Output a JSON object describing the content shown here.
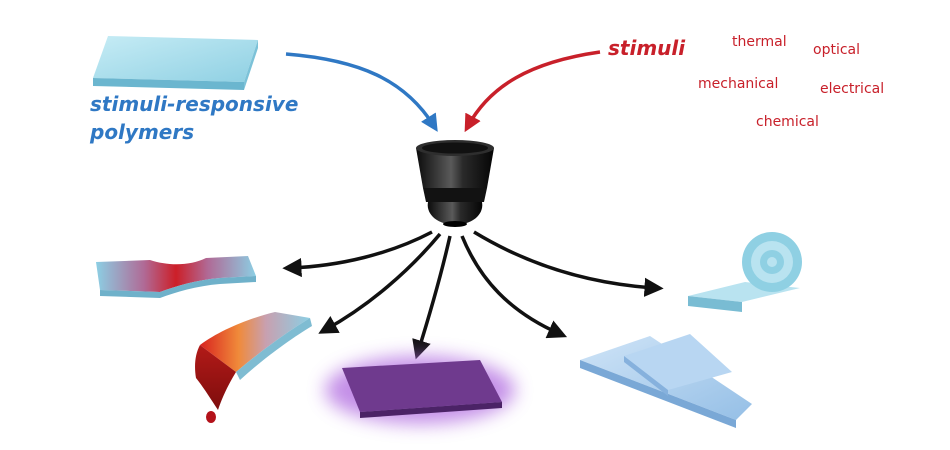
{
  "labels": {
    "polymers_line1": "stimuli-responsive",
    "polymers_line2": "polymers",
    "stimuli": "stimuli"
  },
  "stimuli_types": [
    "thermal",
    "optical",
    "mechanical",
    "electrical",
    "chemical"
  ],
  "colors": {
    "polymer_blue": "#2f78c4",
    "stimuli_red": "#c8202a",
    "sheet_light_blue": "#9fd8e8",
    "sheet_purple": "#6f3a8e",
    "glow_purple": "#b06ae0",
    "printer_nozzle_black": "#1a1a1a",
    "arrow_black": "#111111"
  },
  "icons": {
    "input_sheet": "flat-polymer-sheet-icon",
    "printer": "3d-printer-nozzle-icon",
    "outputs": [
      "stretched-sheet-icon",
      "heated-bent-sheet-icon",
      "glowing-purple-sheet-icon",
      "layered-shape-memory-sheet-icon",
      "rolled-sheet-icon"
    ]
  }
}
